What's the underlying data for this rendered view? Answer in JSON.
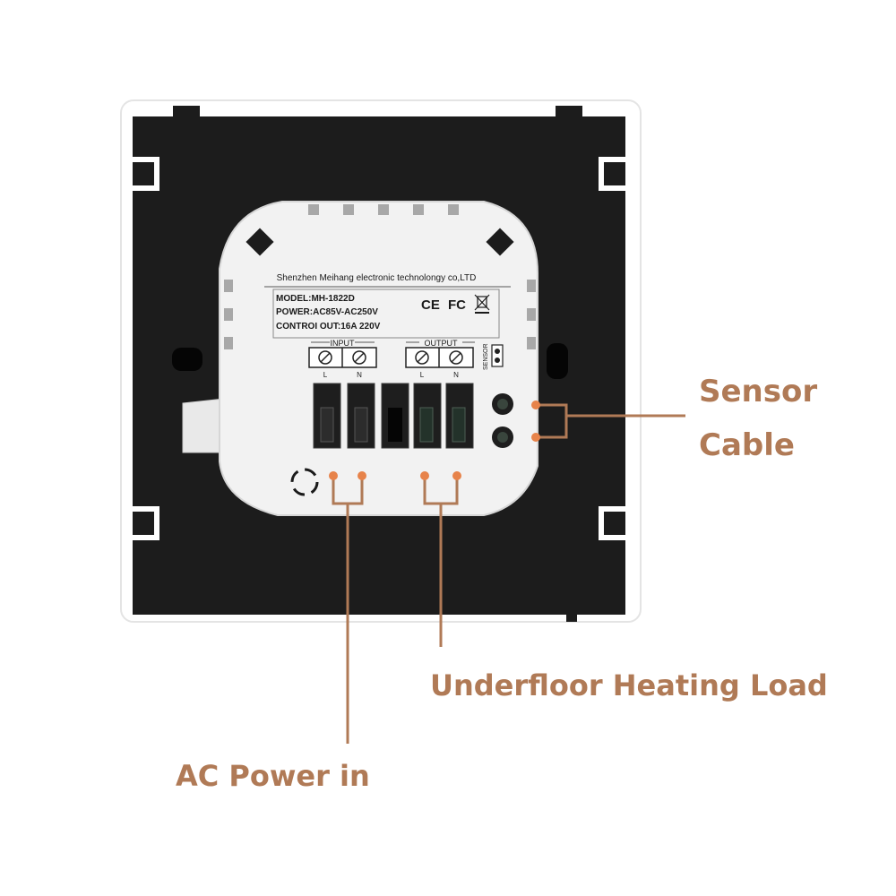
{
  "device": {
    "manufacturer": "Shenzhen Meihang electronic technolongy co,LTD",
    "model": "MODEL:MH-1822D",
    "power": "POWER:AC85V-AC250V",
    "control_out": "CONTROI OUT:16A 220V",
    "cert_ce": "CE",
    "cert_fc": "FC",
    "input_label": "INPUT",
    "output_label": "OUTPUT",
    "sensor_label": "SENSOR",
    "terminal_l": "L",
    "terminal_n": "N"
  },
  "callouts": {
    "sensor_line1": "Sensor",
    "sensor_line2": "Cable",
    "load": "Underfloor Heating Load",
    "power_in": "AC Power in"
  },
  "colors": {
    "callout": "#b07a56",
    "plate": "#1c1c1c",
    "module": "#f2f2f2",
    "dot": "#e7834a"
  }
}
